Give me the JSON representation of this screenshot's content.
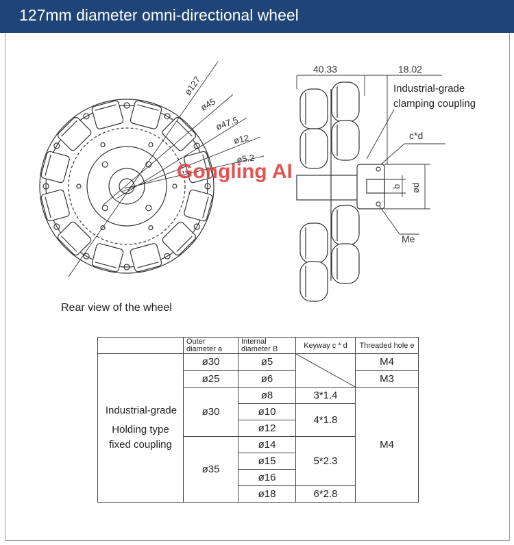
{
  "header": {
    "title": "127mm diameter omni-directional wheel"
  },
  "front_view": {
    "dimensions": [
      "ø127",
      "ø45",
      "ø47.5",
      "ø12",
      "ø5.2"
    ],
    "caption": "Rear view of the wheel"
  },
  "side_view": {
    "dimensions": {
      "width_left": "40.33",
      "width_right": "18.02",
      "keyway": "c*d",
      "b": "b",
      "d": "ød",
      "screw": "Me"
    },
    "coupling_note": [
      "Industrial-grade",
      "clamping coupling"
    ]
  },
  "watermark": {
    "brand": "Gongling AI"
  },
  "spec_table": {
    "headers": {
      "blank": "",
      "outer": [
        "Outer",
        "diameter a"
      ],
      "inner": [
        "Internal",
        "diameter B"
      ],
      "keyway": "Keyway c * d",
      "thread": "Threaded hole e"
    },
    "side_label": [
      "Industrial-grade",
      "Holding type",
      "fixed coupling"
    ],
    "rows": [
      {
        "outer": "ø30",
        "inner": "ø5",
        "keyway": "",
        "thread": "M4"
      },
      {
        "outer": "ø25",
        "inner": "ø6",
        "keyway": "",
        "thread": "M3"
      },
      {
        "outer": "ø30",
        "inner": "ø8",
        "keyway": "3*1.4",
        "thread": "M4"
      },
      {
        "outer": "",
        "inner": "ø10",
        "keyway": "4*1.8",
        "thread": ""
      },
      {
        "outer": "",
        "inner": "ø12",
        "keyway": "",
        "thread": ""
      },
      {
        "outer": "ø35",
        "inner": "ø14",
        "keyway": "5*2.3",
        "thread": ""
      },
      {
        "outer": "",
        "inner": "ø15",
        "keyway": "",
        "thread": ""
      },
      {
        "outer": "",
        "inner": "ø16",
        "keyway": "",
        "thread": ""
      },
      {
        "outer": "",
        "inner": "ø18",
        "keyway": "6*2.8",
        "thread": ""
      }
    ]
  },
  "colors": {
    "header_bg": "#1f4477",
    "header_text": "#ffffff",
    "watermark": "#e33c3c",
    "line": "#333333"
  }
}
